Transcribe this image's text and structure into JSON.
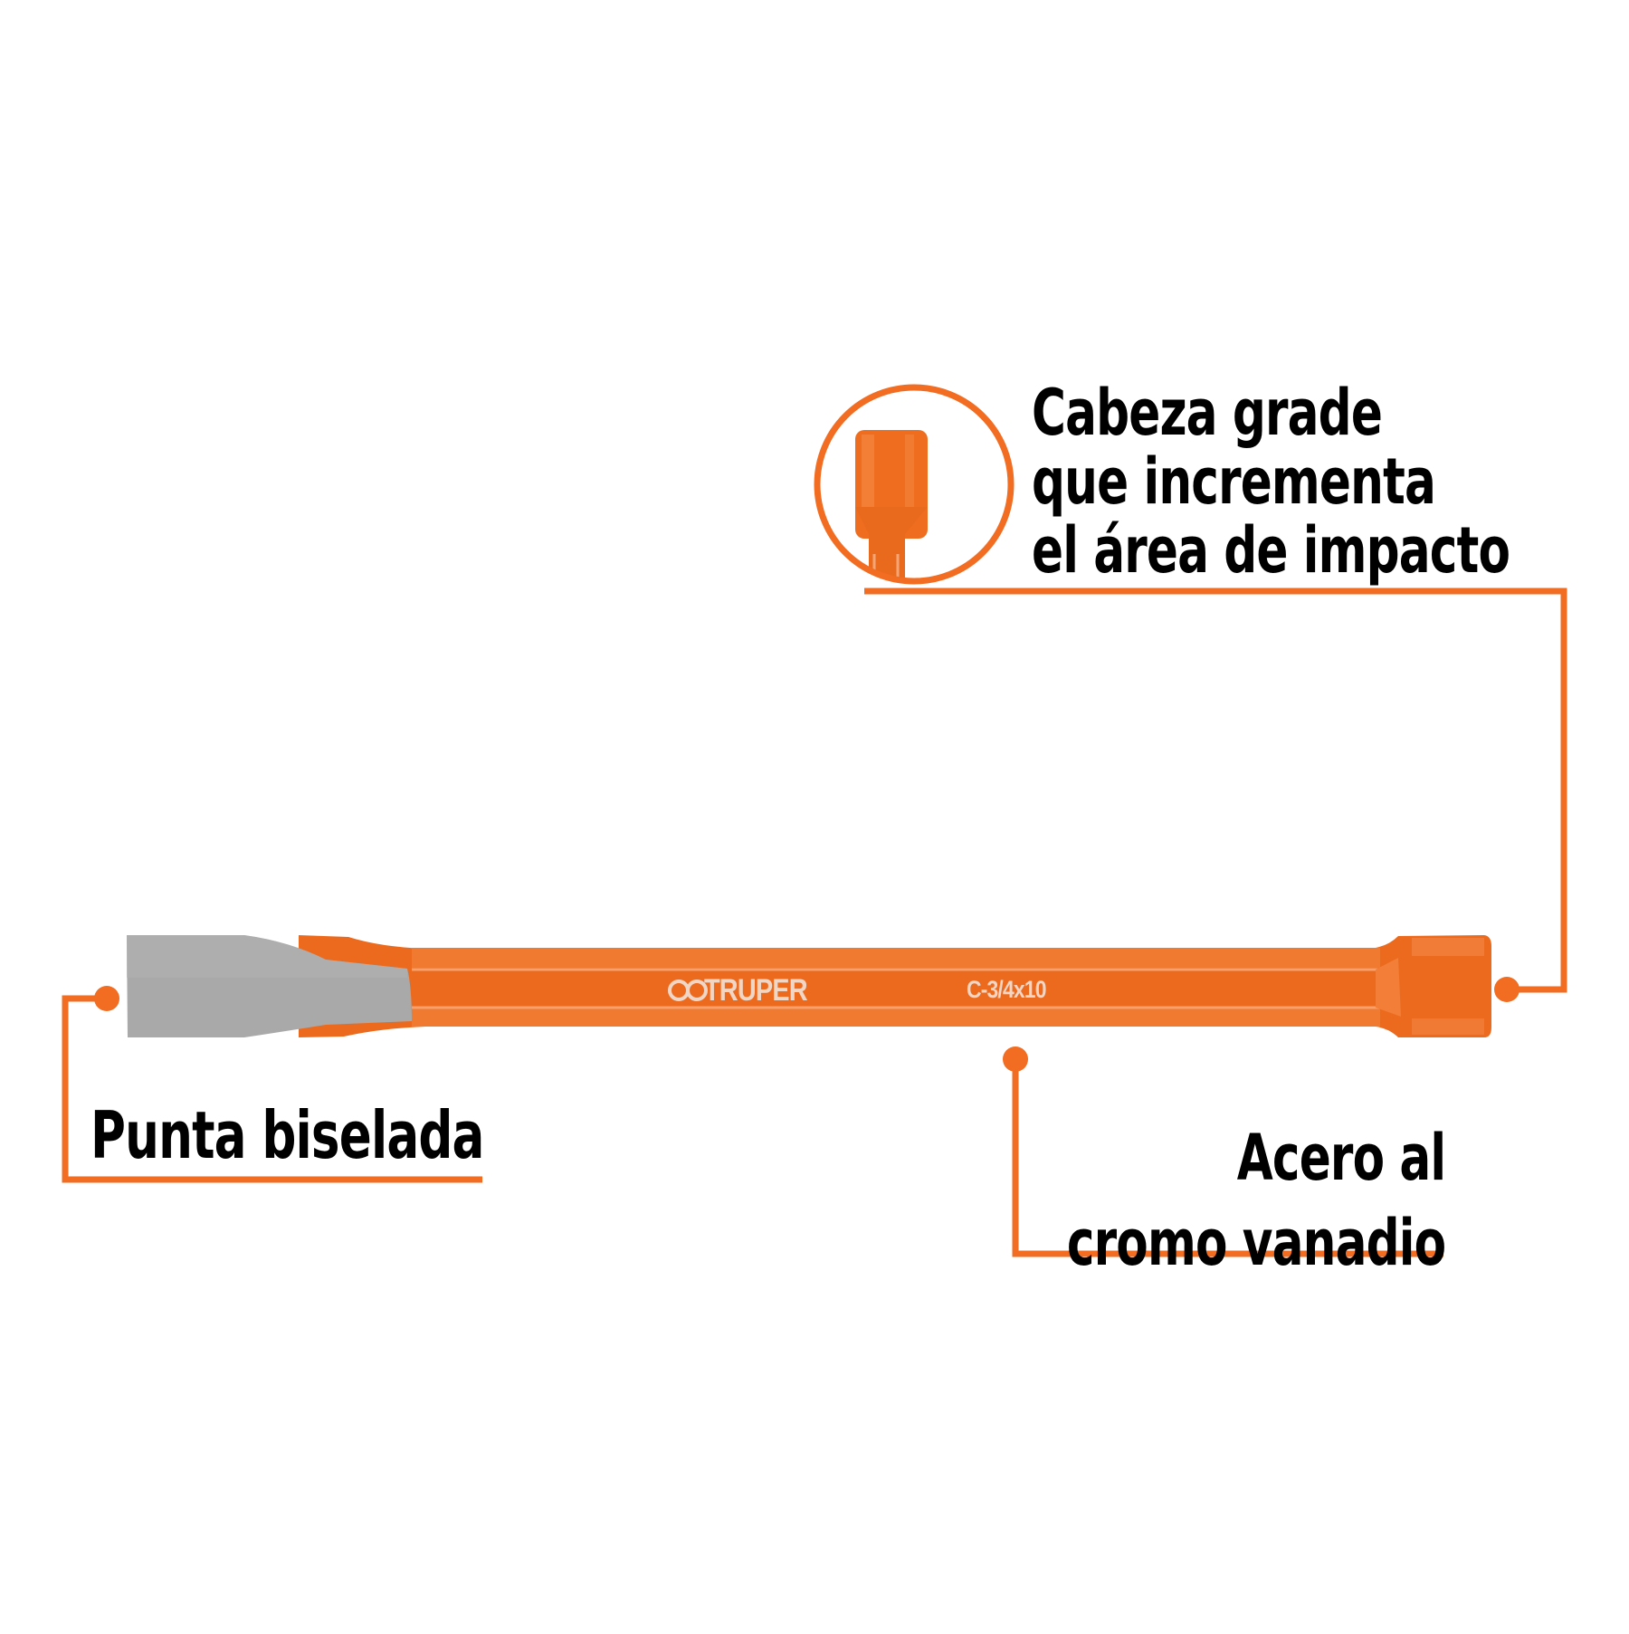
{
  "product": {
    "brand": "TRUPER",
    "model": "C-3/4x10",
    "colors": {
      "accent": "#f26c21",
      "body": "#ec6a1e",
      "blade": "#a8a8a8",
      "text": "#000000",
      "engraving": "#f1d6c6"
    }
  },
  "callouts": {
    "head": {
      "lines": [
        "Cabeza grade",
        "que incrementa",
        "el área de impacto"
      ]
    },
    "tip": {
      "lines": [
        "Punta biselada"
      ]
    },
    "steel": {
      "lines": [
        "Acero al",
        "cromo vanadio"
      ]
    }
  },
  "icons": {
    "logo": "truper-logo-icon",
    "detail": "chisel-head-detail-icon"
  }
}
